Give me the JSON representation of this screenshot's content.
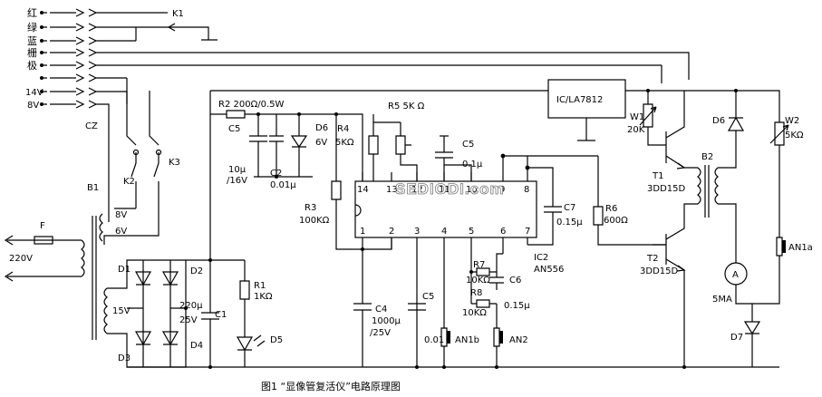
{
  "connector": {
    "name": "CZ",
    "pin_labels": [
      "红",
      "绿",
      "蓝",
      "栅",
      "极",
      "",
      "14V",
      "8V"
    ]
  },
  "switches": {
    "k1": "K1",
    "k2": "K2",
    "k3": "K3"
  },
  "power": {
    "mains": "220V",
    "fuse": "F",
    "transformer": "B1",
    "tap_8v": "8V",
    "tap_6v": "6V",
    "tap_15v": "15V",
    "diodes": [
      "D1",
      "D2",
      "D3",
      "D4"
    ],
    "c1_label": "C1",
    "c1_value": "220μ",
    "c1_voltage": "25V",
    "r1_label": "R1",
    "r1_value": "1KΩ",
    "d5_label": "D5"
  },
  "control": {
    "r2": "R2 200Ω/0.5W",
    "c5a_label": "C5",
    "c2_label": "C2",
    "c2_value": "0.01μ",
    "c2_cap": "10μ",
    "c2_volt": "/16V",
    "d6_label": "D6",
    "d6_value": "6V",
    "r4_label": "R4",
    "r4_value": "5KΩ",
    "r3_label": "R3",
    "r3_value": "100KΩ",
    "r5": "R5 5K Ω",
    "c5b_label": "C5",
    "c5b_value": "0.1μ",
    "ic_pins_top": [
      "14",
      "13",
      "12",
      "11",
      "10",
      "9",
      "8"
    ],
    "ic_pins_bottom": [
      "1",
      "2",
      "3",
      "4",
      "5",
      "6",
      "7"
    ],
    "ic2_name": "IC2",
    "ic2_part": "AN556",
    "c7_label": "C7",
    "c7_value": "0.15μ",
    "r6_label": "R6",
    "r6_value": "600Ω",
    "r7_label": "R7",
    "r7_value": "10KΩ",
    "r8_label": "R8",
    "r8_value": "10KΩ",
    "c6_label": "C6",
    "c6_value": "0.15μ",
    "c4_label": "C4",
    "c4_value": "1000μ",
    "c4_volt": "/25V",
    "c5c_label": "C5",
    "c5c_value": "0.01",
    "an1b": "AN1b",
    "an2": "AN2"
  },
  "output": {
    "regulator": "IC/LA7812",
    "w1_label": "W1",
    "w1_value": "20K",
    "t1_label": "T1",
    "t1_part": "3DD15D",
    "t2_label": "T2",
    "t2_part": "3DD15D",
    "b2_label": "B2",
    "d6_label": "D6",
    "w2_label": "W2",
    "w2_value": "5KΩ",
    "meter": "A",
    "meter_range": "5MA",
    "an1a": "AN1a",
    "d7_label": "D7"
  },
  "watermark": "SEDIODI.com",
  "caption": "图1 “显像管复活仪”电路原理图"
}
